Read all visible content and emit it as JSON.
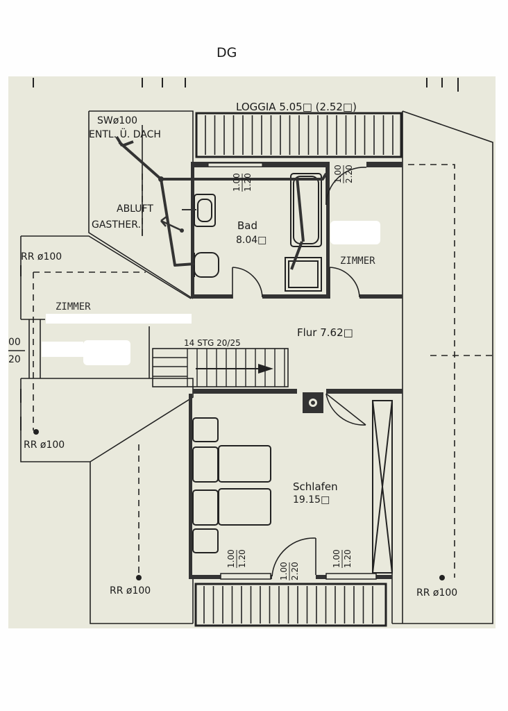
{
  "page": {
    "floor_label": "DG"
  },
  "rooms": {
    "loggia": "LOGGIA 5.05□ (2.52□)",
    "bad": "Bad",
    "bad_area": "8.04□",
    "flur": "Flur 7.62□",
    "schlafen": "Schlafen",
    "schlafen_area": "19.15□",
    "zimmer_right": "ZIMMER",
    "zimmer_left": "ZIMMER"
  },
  "annotations": {
    "sw1": "SWø100",
    "sw2": "ENTL. Ü. DACH",
    "abluft1": "ABLUFT",
    "abluft2": "GASTHER.",
    "stairs": "14 STG  20/25",
    "rr_top_left": "RR ø100",
    "rr_mid_left": "RR ø100",
    "rr_bottom_left": "RR ø100",
    "rr_bottom_right": "RR ø100",
    "edge_top": "00",
    "edge_bottom": "20"
  },
  "openings": {
    "bad_window_top": "1.00",
    "bad_window_bottom": "1.20",
    "loggia_door_top": "1.00",
    "loggia_door_bottom": "2.20",
    "s_window1_top": "1.00",
    "s_window1_bottom": "1.20",
    "s_door_top": "1.00",
    "s_door_bottom": "2.20",
    "s_window2_top": "1.00",
    "s_window2_bottom": "1.20"
  }
}
